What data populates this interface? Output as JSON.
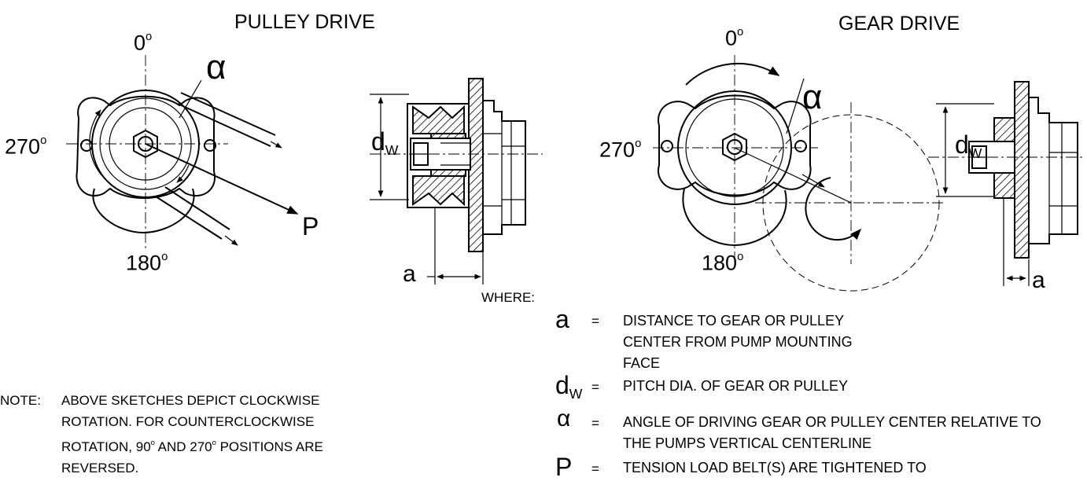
{
  "titles": {
    "pulley": "PULLEY DRIVE",
    "gear": "GEAR DRIVE"
  },
  "angles": {
    "zero": "0",
    "ninety_neg": "270",
    "one_eighty": "180",
    "degree_mark": "o"
  },
  "symbols": {
    "alpha": "α",
    "p": "P",
    "a": "a",
    "d": "d",
    "w": "W"
  },
  "legend": {
    "heading": "WHERE:",
    "equals": "=",
    "a_def": "DISTANCE TO GEAR OR PULLEY CENTER FROM PUMP MOUNTING FACE",
    "d_def": "PITCH DIA. OF GEAR OR PULLEY",
    "alpha_def": "ANGLE OF DRIVING GEAR OR PULLEY CENTER RELATIVE TO THE PUMPS VERTICAL CENTERLINE",
    "p_def": "TENSION LOAD BELT(S) ARE TIGHTENED TO"
  },
  "note": {
    "label": "NOTE:",
    "line1": "ABOVE SKETCHES DEPICT CLOCKWISE",
    "line2": "ROTATION.  FOR COUNTERCLOCKWISE",
    "line3": "ROTATION, 90",
    "line3b": " AND 270",
    "line3c": " POSITIONS ARE",
    "line4": "REVERSED."
  }
}
